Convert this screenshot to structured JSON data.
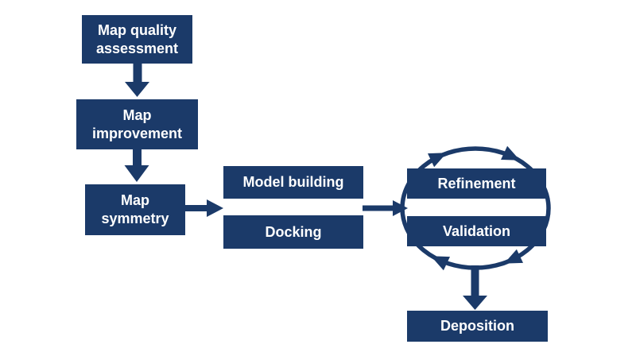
{
  "diagram": {
    "accent_color": "#1b3a69",
    "text_color": "#ffffff",
    "boxes": {
      "map_quality": {
        "label": "Map quality\nassessment"
      },
      "map_improvement": {
        "label": "Map\nimprovement"
      },
      "map_symmetry": {
        "label": "Map\nsymmetry"
      },
      "model_building": {
        "label": "Model building"
      },
      "docking": {
        "label": "Docking"
      },
      "refinement": {
        "label": "Refinement"
      },
      "validation": {
        "label": "Validation"
      },
      "deposition": {
        "label": "Deposition"
      }
    },
    "flow": [
      {
        "from": "Map quality assessment",
        "to": "Map improvement",
        "type": "arrow-down"
      },
      {
        "from": "Map improvement",
        "to": "Map symmetry",
        "type": "arrow-down"
      },
      {
        "from": "Map symmetry",
        "to": "Model building / Docking",
        "type": "arrow-right"
      },
      {
        "from": "Model building / Docking",
        "to": "Refinement / Validation",
        "type": "arrow-right"
      },
      {
        "between": "Refinement / Validation",
        "type": "clockwise-cycle-arrow"
      },
      {
        "from": "Refinement / Validation",
        "to": "Deposition",
        "type": "arrow-down"
      }
    ]
  }
}
